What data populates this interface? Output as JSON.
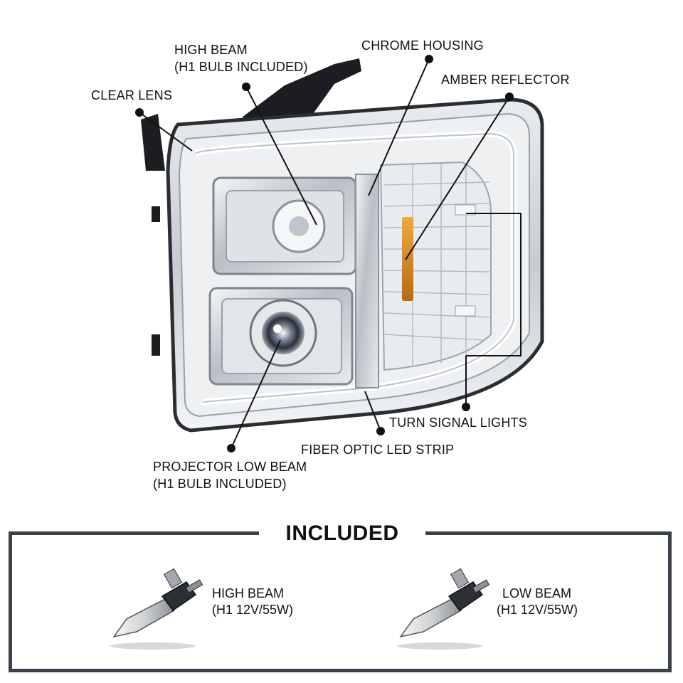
{
  "callouts": {
    "high_beam": {
      "line1": "HIGH BEAM",
      "line2": "(H1 BULB INCLUDED)"
    },
    "chrome_housing": "CHROME HOUSING",
    "amber_reflector": "AMBER REFLECTOR",
    "clear_lens": "CLEAR LENS",
    "turn_signal_lights": "TURN SIGNAL LIGHTS",
    "fiber_optic_led_strip": "FIBER OPTIC LED STRIP",
    "projector_low_beam": {
      "line1": "PROJECTOR LOW BEAM",
      "line2": "(H1 BULB INCLUDED)"
    }
  },
  "included": {
    "title": "INCLUDED",
    "items": [
      {
        "line1": "HIGH BEAM",
        "line2": "(H1 12V/55W)"
      },
      {
        "line1": "LOW BEAM",
        "line2": "(H1 12V/55W)"
      }
    ]
  },
  "colors": {
    "leader": "#111111",
    "frame": "#3a4148",
    "amber": "#d98a1c",
    "chrome": "#cfd3d8"
  }
}
